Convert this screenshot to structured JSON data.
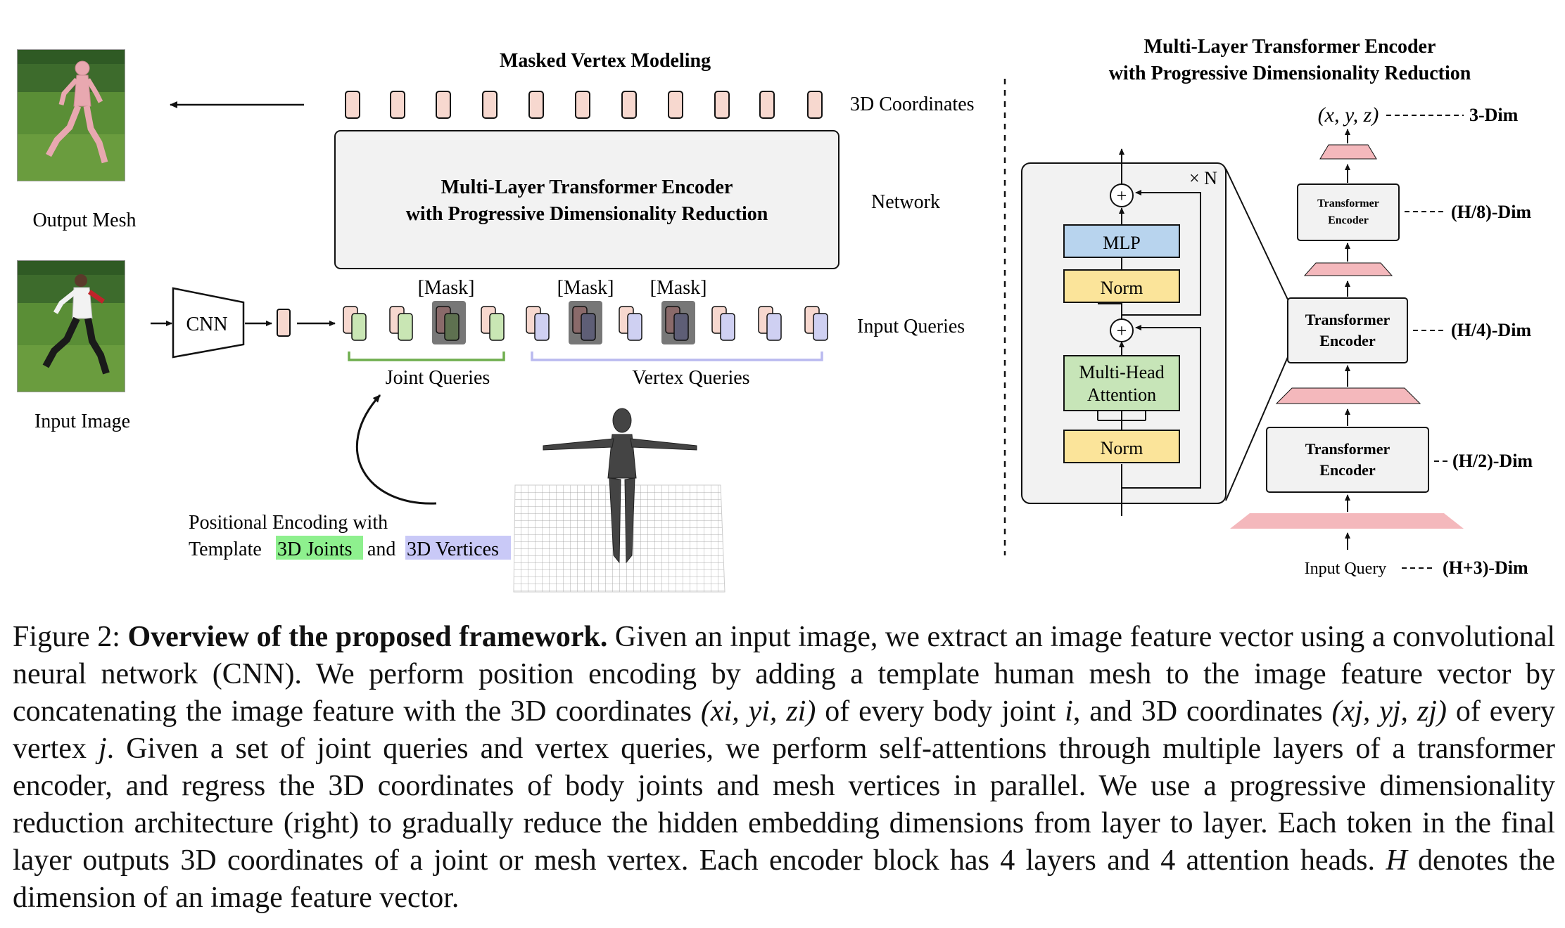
{
  "figure": {
    "left_title": "Masked Vertex Modeling",
    "right_title_line1": "Multi-Layer Transformer Encoder",
    "right_title_line2": "with Progressive Dimensionality Reduction",
    "output_mesh_label": "Output Mesh",
    "input_image_label": "Input Image",
    "cnn_label": "CNN",
    "coords_label": "3D Coordinates",
    "network_label": "Network",
    "input_queries_label": "Input Queries",
    "encoder_box_line1": "Multi-Layer Transformer Encoder",
    "encoder_box_line2": "with Progressive Dimensionality Reduction",
    "mask_label": "[Mask]",
    "joint_queries_label": "Joint Queries",
    "vertex_queries_label": "Vertex Queries",
    "pos_enc_line1": "Positional Encoding with",
    "pos_enc_template": "Template",
    "pos_enc_joints": "3D Joints",
    "pos_enc_and": "and",
    "pos_enc_vertices": "3D Vertices",
    "block_repeat": "× N",
    "block_mlp": "MLP",
    "block_norm": "Norm",
    "block_mha_line1": "Multi-Head",
    "block_mha_line2": "Attention",
    "plus_sign": "+",
    "stack_encoder_line1": "Transformer",
    "stack_encoder_line2": "Encoder",
    "xyz_label": "(x, y, z)",
    "dim_3": "3-Dim",
    "dim_h8": "(H/8)-Dim",
    "dim_h4": "(H/4)-Dim",
    "dim_h2": "(H/2)-Dim",
    "dim_h3": "(H+3)-Dim",
    "input_query_label": "Input Query",
    "colors": {
      "token_pink": "#f7d8cf",
      "joint_green": "#c9e6b4",
      "vertex_lavender": "#cfd0f2",
      "mlp_blue": "#b8d4ee",
      "norm_yellow": "#fbe49a",
      "mha_green": "#c7e5b8",
      "reduction_pink": "#f4b8bc",
      "highlight_green": "#8ef08e",
      "highlight_lavender": "#c9c9f7",
      "grass": "#5a8e36",
      "hedge": "#2f5a24"
    }
  },
  "caption": {
    "label": "Figure 2:",
    "bold": "Overview of the proposed framework.",
    "text1": "Given an input image, we extract an image feature vector using a convolutional neural network (CNN). We perform position encoding by adding a template human mesh to the image feature vector by concatenating the image feature with the 3D coordinates ",
    "math1": "(xi, yi, zi)",
    "text2": " of every body joint ",
    "math2": "i",
    "text3": ", and 3D coordinates ",
    "math3": "(xj, yj, zj)",
    "text4": " of every vertex ",
    "math4": "j",
    "text5": ". Given a set of joint queries and vertex queries, we perform self-attentions through multiple layers of a transformer encoder, and regress the 3D coordinates of body joints and mesh vertices in parallel. We use a progressive dimensionality reduction architecture (right) to gradually reduce the hidden embedding dimensions from layer to layer. Each token in the final layer outputs 3D coordinates of a joint or mesh vertex. Each encoder block has 4 layers and 4 attention heads. ",
    "math5": "H",
    "text6": " denotes the dimension of an image feature vector."
  }
}
